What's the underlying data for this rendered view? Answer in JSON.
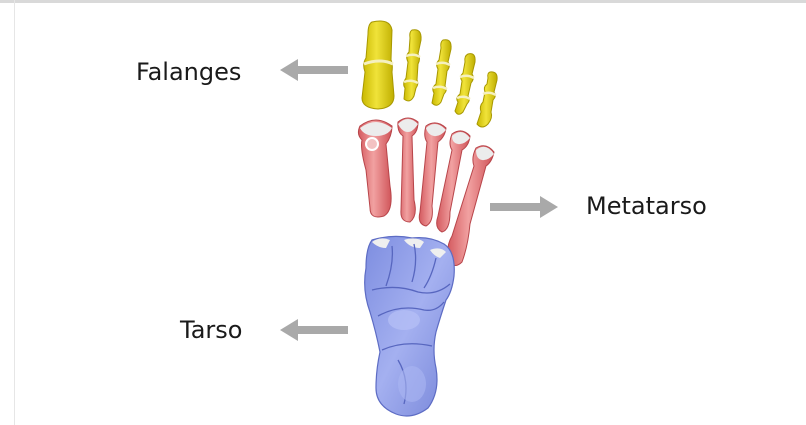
{
  "labels": {
    "phalanges": "Falanges",
    "metatarsus": "Metatarso",
    "tarsus": "Tarso"
  },
  "colors": {
    "phalanges": "#e3d21a",
    "metatarsus": "#e78484",
    "tarsus": "#8c9be8",
    "cartilage": "#eeeeee",
    "arrow": "#a9a9a9",
    "text": "#1a1a1a"
  },
  "icons": {
    "arrow_left": "arrow-left-icon",
    "arrow_right": "arrow-right-icon"
  }
}
